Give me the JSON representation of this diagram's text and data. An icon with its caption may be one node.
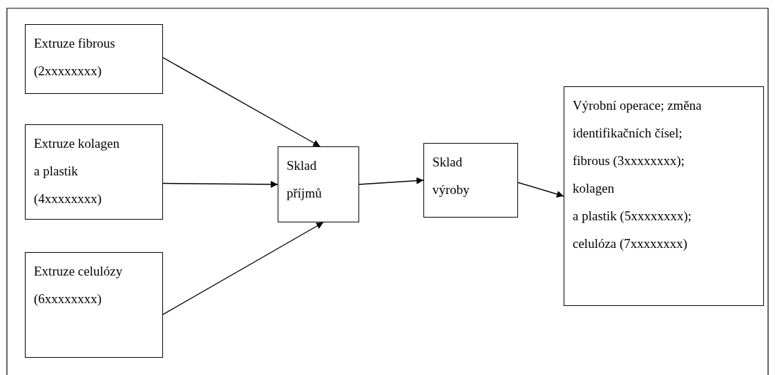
{
  "diagram": {
    "nodes": [
      {
        "text": [
          "Extruze fibrous",
          "(2xxxxxxxx)"
        ]
      },
      {
        "text": [
          "Extruze kolagen",
          "a plastik",
          "(4xxxxxxxx)"
        ]
      },
      {
        "text": [
          "Extruze celulózy",
          "(6xxxxxxxx)"
        ]
      },
      {
        "text": [
          "Sklad příjmů"
        ]
      },
      {
        "text": [
          "Sklad výroby"
        ]
      },
      {
        "text": [
          "Výrobní operace; změna identifikačních čísel;",
          "fibrous (3xxxxxxxx);",
          "kolagen",
          "a plastik (5xxxxxxxx);",
          "celulóza (7xxxxxxxx)"
        ]
      }
    ],
    "edges": [
      {
        "from": 0,
        "to": 3,
        "arrow": "to"
      },
      {
        "from": 1,
        "to": 3,
        "arrow": "to"
      },
      {
        "from": 2,
        "to": 3,
        "arrow": "to"
      },
      {
        "from": 3,
        "to": 4,
        "arrow": "to"
      },
      {
        "from": 4,
        "to": 5,
        "arrow": "to"
      }
    ]
  }
}
